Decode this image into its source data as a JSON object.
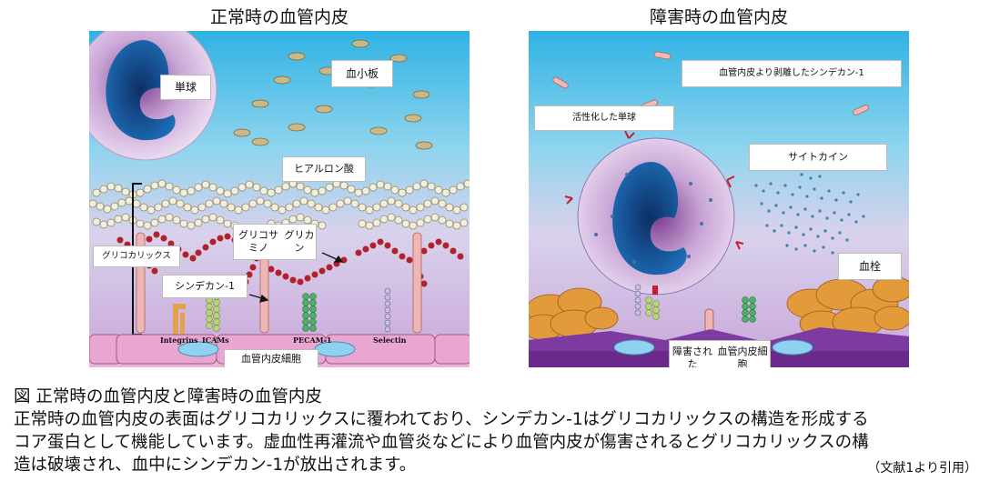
{
  "panels": {
    "normal": {
      "title": "正常時の血管内皮",
      "labels": {
        "monocyte": "単球",
        "platelet": "血小板",
        "hyaluronan": "ヒアルロン酸",
        "glycocalyx": "グリコカリックス",
        "gag_line1": "グリコサミノ",
        "gag_line2": "グリカン",
        "syndecan": "シンデカン-1",
        "endothelial": "血管内皮細胞"
      },
      "molecules": {
        "integrins": "Integrins",
        "icams": "ICAMs",
        "pecam": "PECAM-1",
        "selectin": "Selectin"
      }
    },
    "injured": {
      "title": "障害時の血管内皮",
      "labels": {
        "shed_syndecan": "血管内皮より剥離したシンデカン-1",
        "activated_monocyte": "活性化した単球",
        "cytokine": "サイトカイン",
        "thrombus": "血栓",
        "injured_line1": "障害された",
        "injured_line2": "血管内皮細胞"
      }
    }
  },
  "caption": {
    "title": "図 正常時の血管内皮と障害時の血管内皮",
    "line1": "正常時の血管内皮の表面はグリコカリックスに覆われており、シンデカン-1はグリコカリックスの構造を形成する",
    "line2": "コア蛋白として機能しています。虚血性再灌流や血管炎などにより血管内皮が傷害されるとグリコカリックスの構",
    "line3": "造は破壊され、血中にシンデカン-1が放出されます。",
    "credit": "（文献1より引用）"
  }
}
